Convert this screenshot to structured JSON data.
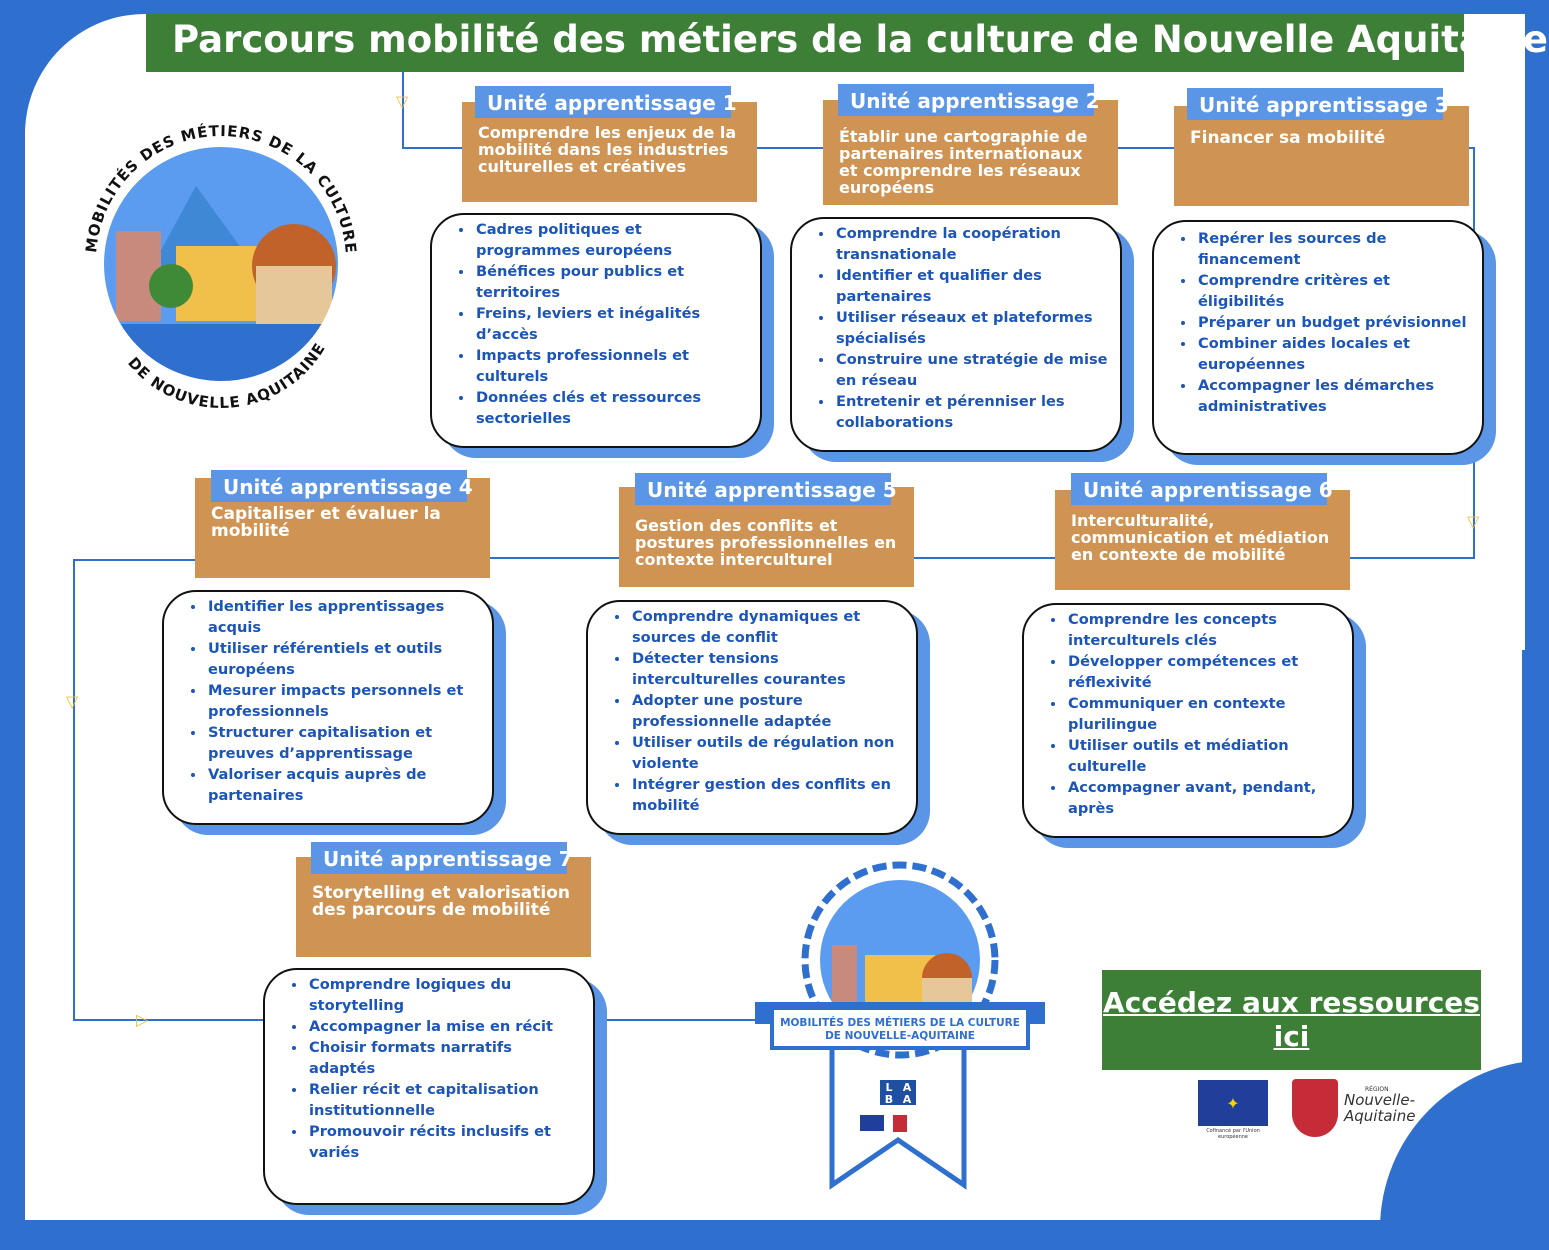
{
  "title": "Parcours mobilité des métiers de la culture de Nouvelle Aquitaine",
  "logo": {
    "text_top": "MOBILITÉS DES MÉTIERS DE LA CULTURE",
    "text_bottom": "DE NOUVELLE AQUITAINE"
  },
  "units": [
    {
      "label": "Unité apprentissage 1",
      "title": "Comprendre les enjeux de la mobilité dans les industries culturelles et créatives",
      "items": [
        "Cadres politiques et programmes européens",
        "Bénéfices pour publics et territoires",
        "Freins, leviers et inégalités d’accès",
        "Impacts professionnels et culturels",
        "Données clés et ressources sectorielles"
      ]
    },
    {
      "label": "Unité apprentissage 2",
      "title": "Établir une cartographie de partenaires internationaux et comprendre les réseaux européens",
      "items": [
        "Comprendre la coopération transnationale",
        "Identifier et qualifier des partenaires",
        "Utiliser réseaux et plateformes spécialisés",
        "Construire une stratégie de mise en réseau",
        "Entretenir et pérenniser les collaborations"
      ]
    },
    {
      "label": "Unité apprentissage 3",
      "title": "Financer sa mobilité",
      "items": [
        "Repérer les sources de financement",
        "Comprendre critères et éligibilités",
        "Préparer un budget prévisionnel",
        "Combiner aides locales et européennes",
        "Accompagner les démarches administratives"
      ]
    },
    {
      "label": "Unité apprentissage 4",
      "title": "Capitaliser et évaluer la mobilité",
      "items": [
        "Identifier les apprentissages acquis",
        "Utiliser référentiels et outils européens",
        "Mesurer impacts personnels et professionnels",
        "Structurer capitalisation et preuves d’apprentissage",
        "Valoriser acquis auprès de partenaires"
      ]
    },
    {
      "label": "Unité apprentissage 5",
      "title": "Gestion des conflits et postures professionnelles en contexte interculturel",
      "items": [
        "Comprendre dynamiques et sources de conflit",
        "Détecter tensions interculturelles courantes",
        "Adopter une posture professionnelle adaptée",
        "Utiliser outils de régulation non violente",
        "Intégrer gestion des conflits en mobilité"
      ]
    },
    {
      "label": "Unité apprentissage 6",
      "title": "Interculturalité, communication et médiation en contexte de mobilité",
      "items": [
        "Comprendre les concepts interculturels clés",
        "Développer compétences et réflexivité",
        "Communiquer en contexte plurilingue",
        "Utiliser outils et médiation culturelle",
        "Accompagner avant, pendant, après"
      ]
    },
    {
      "label": "Unité apprentissage 7",
      "title": "Storytelling et valorisation des parcours de mobilité",
      "items": [
        "Comprendre logiques du storytelling",
        "Accompagner la mise en récit",
        "Choisir formats narratifs adaptés",
        "Relier récit et capitalisation institutionnelle",
        "Promouvoir récits inclusifs et variés"
      ]
    }
  ],
  "badge": {
    "line1": "MOBILITÉS DES MÉTIERS DE LA CULTURE",
    "line2": "DE NOUVELLE-AQUITAINE",
    "laba": [
      "L",
      "A",
      "B",
      "A"
    ]
  },
  "resources": {
    "label": "Accédez aux ressources ici"
  },
  "footer_logos": {
    "eu_caption": "Cofinancé par l'Union européenne",
    "region_small": "RÉGION",
    "region_name": "Nouvelle-Aquitaine"
  },
  "colors": {
    "blue": "#2f6fce",
    "green": "#3e7f38",
    "tan": "#cf9454",
    "tab": "#5b95e6",
    "text": "#1c55b8"
  }
}
